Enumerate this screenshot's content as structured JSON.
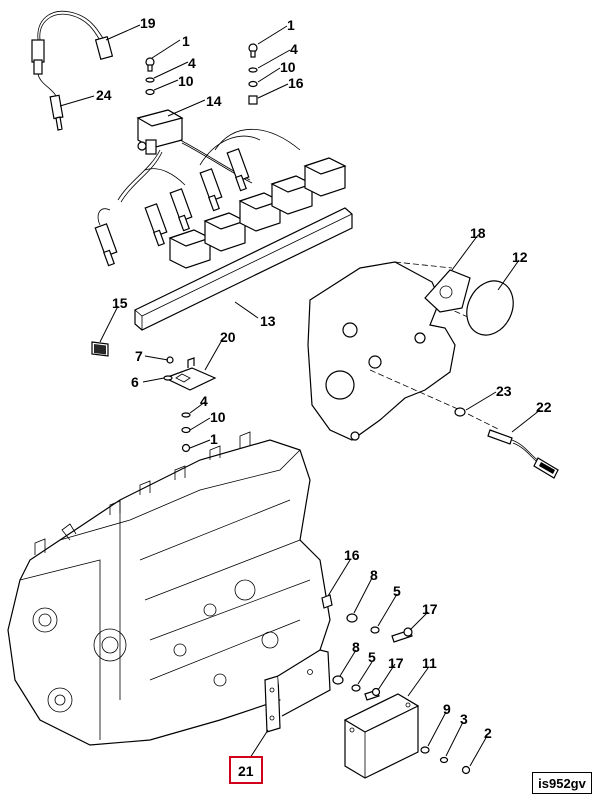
{
  "diagram": {
    "reference_code": "is952gv",
    "highlighted_callout": "21",
    "callouts": [
      {
        "id": "c19",
        "label": "19"
      },
      {
        "id": "c24",
        "label": "24"
      },
      {
        "id": "c1a",
        "label": "1"
      },
      {
        "id": "c4a",
        "label": "4"
      },
      {
        "id": "c10a",
        "label": "10"
      },
      {
        "id": "c14",
        "label": "14"
      },
      {
        "id": "c1b",
        "label": "1"
      },
      {
        "id": "c4b",
        "label": "4"
      },
      {
        "id": "c10b",
        "label": "10"
      },
      {
        "id": "c16a",
        "label": "16"
      },
      {
        "id": "c18",
        "label": "18"
      },
      {
        "id": "c12",
        "label": "12"
      },
      {
        "id": "c15",
        "label": "15"
      },
      {
        "id": "c13",
        "label": "13"
      },
      {
        "id": "c20",
        "label": "20"
      },
      {
        "id": "c7",
        "label": "7"
      },
      {
        "id": "c6",
        "label": "6"
      },
      {
        "id": "c4c",
        "label": "4"
      },
      {
        "id": "c10c",
        "label": "10"
      },
      {
        "id": "c1c",
        "label": "1"
      },
      {
        "id": "c23",
        "label": "23"
      },
      {
        "id": "c22",
        "label": "22"
      },
      {
        "id": "c16b",
        "label": "16"
      },
      {
        "id": "c8a",
        "label": "8"
      },
      {
        "id": "c5a",
        "label": "5"
      },
      {
        "id": "c17a",
        "label": "17"
      },
      {
        "id": "c8b",
        "label": "8"
      },
      {
        "id": "c5b",
        "label": "5"
      },
      {
        "id": "c17b",
        "label": "17"
      },
      {
        "id": "c11",
        "label": "11"
      },
      {
        "id": "c9",
        "label": "9"
      },
      {
        "id": "c3",
        "label": "3"
      },
      {
        "id": "c2",
        "label": "2"
      },
      {
        "id": "c21",
        "label": "21"
      }
    ]
  }
}
